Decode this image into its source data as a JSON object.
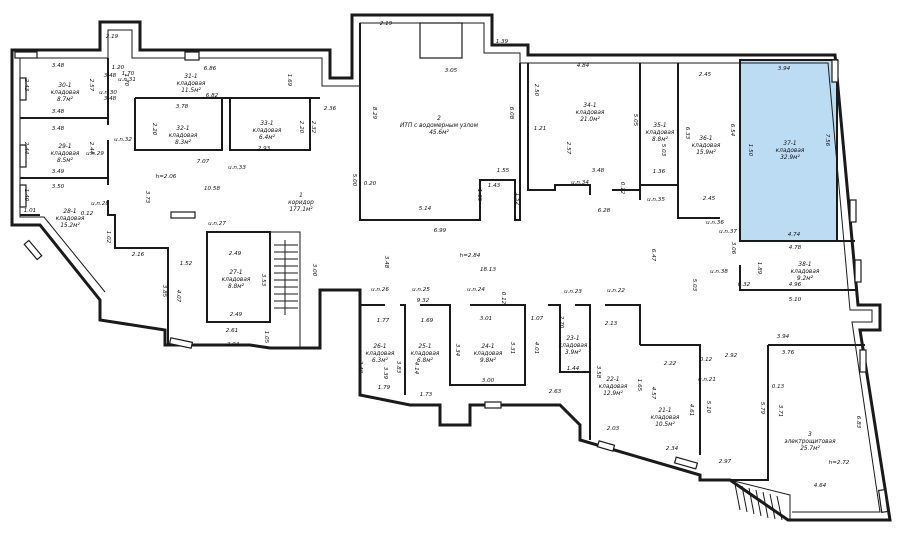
{
  "highlight_color": "#bcdcf3",
  "rooms": [
    {
      "key": "r30",
      "lines": [
        "30-1",
        "кладовая",
        "8.7м²"
      ]
    },
    {
      "key": "r31",
      "lines": [
        "31-1",
        "кладовая",
        "11.5м²"
      ]
    },
    {
      "key": "r32",
      "lines": [
        "32-1",
        "кладовая",
        "8.3м²"
      ]
    },
    {
      "key": "r33",
      "lines": [
        "33-1",
        "кладовая",
        "6.4м²"
      ]
    },
    {
      "key": "r29",
      "lines": [
        "29-1",
        "кладовая",
        "8.5м²"
      ]
    },
    {
      "key": "r28",
      "lines": [
        "28-1",
        "кладовая",
        "15.2м²"
      ]
    },
    {
      "key": "r1",
      "lines": [
        "1",
        "коридор",
        "177.1м²"
      ]
    },
    {
      "key": "r2",
      "lines": [
        "2",
        "ИТП с водомерным узлом",
        "45.6м²"
      ]
    },
    {
      "key": "r34",
      "lines": [
        "34-1",
        "кладовая",
        "21.0м²"
      ]
    },
    {
      "key": "r35",
      "lines": [
        "35-1",
        "кладовая",
        "8.8м²"
      ]
    },
    {
      "key": "r36",
      "lines": [
        "36-1",
        "кладовая",
        "15.9м²"
      ]
    },
    {
      "key": "r37",
      "lines": [
        "37-1",
        "кладовая",
        "32.9м²"
      ]
    },
    {
      "key": "r38",
      "lines": [
        "38-1",
        "кладовая",
        "9.2м²"
      ]
    },
    {
      "key": "r27",
      "lines": [
        "27-1",
        "кладовая",
        "8.8м²"
      ]
    },
    {
      "key": "r26",
      "lines": [
        "26-1",
        "кладовая",
        "6.3м²"
      ]
    },
    {
      "key": "r25",
      "lines": [
        "25-1",
        "кладовая",
        "6.8м²"
      ]
    },
    {
      "key": "r24",
      "lines": [
        "24-1",
        "кладовая",
        "9.8м²"
      ]
    },
    {
      "key": "r23",
      "lines": [
        "23-1",
        "кладовая",
        "3.9м²"
      ]
    },
    {
      "key": "r22",
      "lines": [
        "22-1",
        "кладовая",
        "12.9м²"
      ]
    },
    {
      "key": "r21",
      "lines": [
        "21-1",
        "кладовая",
        "10.5м²"
      ]
    },
    {
      "key": "r3",
      "lines": [
        "3",
        "электрощитовая",
        "25.7м²"
      ]
    }
  ],
  "dims": [
    "3.48",
    "1.20",
    "1.70",
    "6.86",
    "2.43",
    "2.57",
    "u.n.31",
    "3.48",
    "3.78",
    "6.82",
    "1.69",
    "2.36",
    "2.20",
    "2.20",
    "2.32",
    "3.48",
    "2.44",
    "2.44",
    "u.n.30",
    "u.n.32",
    "7.07",
    "u.n.33",
    "2.93",
    "3.49",
    "3.50",
    "u.n.29",
    "h=2.06",
    "10.58",
    "3.73",
    "1.40",
    "1.01",
    "0.12",
    "u.n.28",
    "2.19",
    "1.39",
    "3.05",
    "8.29",
    "6.08",
    "1.55",
    "1.43",
    "1.65",
    "1.52",
    "5.14",
    "6.99",
    "5.00",
    "0.20",
    "4.84",
    "2.50",
    "1.21",
    "2.57",
    "3.48",
    "5.05",
    "6.28",
    "0.12",
    "5.03",
    "1.36",
    "u.n.34",
    "u.n.35",
    "2.45",
    "6.33",
    "6.54",
    "2.45",
    "3.94",
    "1.50",
    "7.56",
    "u.n.36",
    "u.n.37",
    "4.74",
    "4.78",
    "3.06",
    "1.89",
    "u.n.38",
    "4.96",
    "0.32",
    "5.10",
    "u.n.27",
    "2.49",
    "1.02",
    "2.16",
    "1.52",
    "3.85",
    "4.07",
    "3.53",
    "2.49",
    "2.61",
    "3.04",
    "1.05",
    "3.00",
    "3.48",
    "h=2.84",
    "18.13",
    "6.47",
    "5.03",
    "u.n.26",
    "u.n.25",
    "9.32",
    "u.n.24",
    "0.12",
    "u.n.23",
    "u.n.22",
    "1.77",
    "1.69",
    "3.01",
    "1.07",
    "2.70",
    "2.13",
    "3.40",
    "3.83",
    "3.39",
    "4.14",
    "3.34",
    "3.31",
    "4.01",
    "1.44",
    "3.58",
    "1.65",
    "1.79",
    "1.73",
    "3.00",
    "2.63",
    "2.22",
    "0.12",
    "2.92",
    "3.94",
    "3.76",
    "4.57",
    "4.61",
    "u.n.21",
    "5.10",
    "5.79",
    "3.71",
    "0.13",
    "6.83",
    "2.03",
    "2.34",
    "2.97",
    "h=2.72",
    "4.64",
    "2.19",
    "3.48",
    "1.70",
    "3.48"
  ]
}
